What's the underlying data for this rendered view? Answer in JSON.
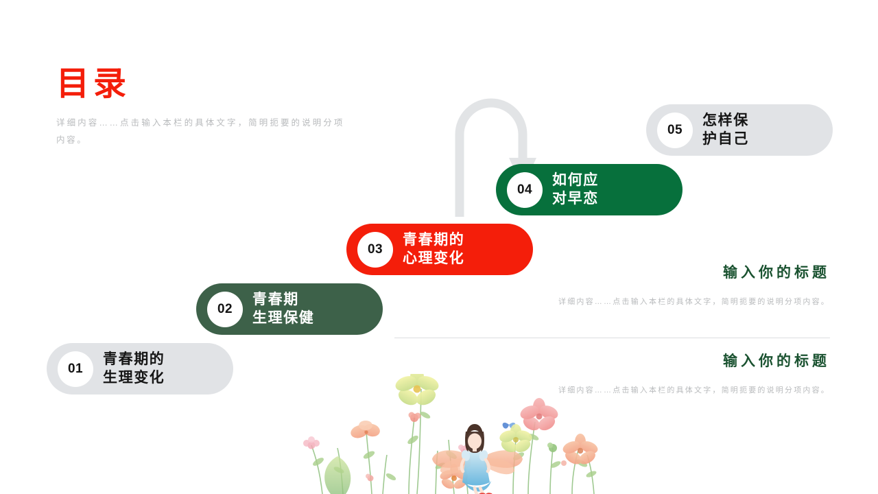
{
  "slide": {
    "title": "目录",
    "title_description": "详细内容……点击输入本栏的具体文字，简明扼要的说明分项内容。",
    "accent_red": "#f41e0a",
    "accent_green_dark": "#07703c",
    "accent_green_sage": "#3d6149",
    "accent_green_heading": "#1a5230",
    "neutral_gray": "#e1e3e6",
    "body_text_gray": "#b9bbbd"
  },
  "agenda": {
    "items": [
      {
        "number": "01",
        "label": "青春期的\n生理变化",
        "style": "gray"
      },
      {
        "number": "02",
        "label": "青春期\n生理保健",
        "style": "green-sage"
      },
      {
        "number": "03",
        "label": "青春期的\n心理变化",
        "style": "red"
      },
      {
        "number": "04",
        "label": "如何应\n对早恋",
        "style": "green-dark"
      },
      {
        "number": "05",
        "label": "怎样保\n护自己",
        "style": "gray"
      }
    ]
  },
  "info_blocks": [
    {
      "heading": "输入你的标题",
      "description": "详细内容……点击输入本栏的具体文字，简明扼要的说明分项内容。"
    },
    {
      "heading": "输入你的标题",
      "description": "详细内容……点击输入本栏的具体文字，简明扼要的说明分项内容。"
    }
  ],
  "decorations": {
    "arrow_icon": "curved-down-arrow-icon",
    "illustration": "watercolor-girl-with-wildflowers-illustration"
  }
}
